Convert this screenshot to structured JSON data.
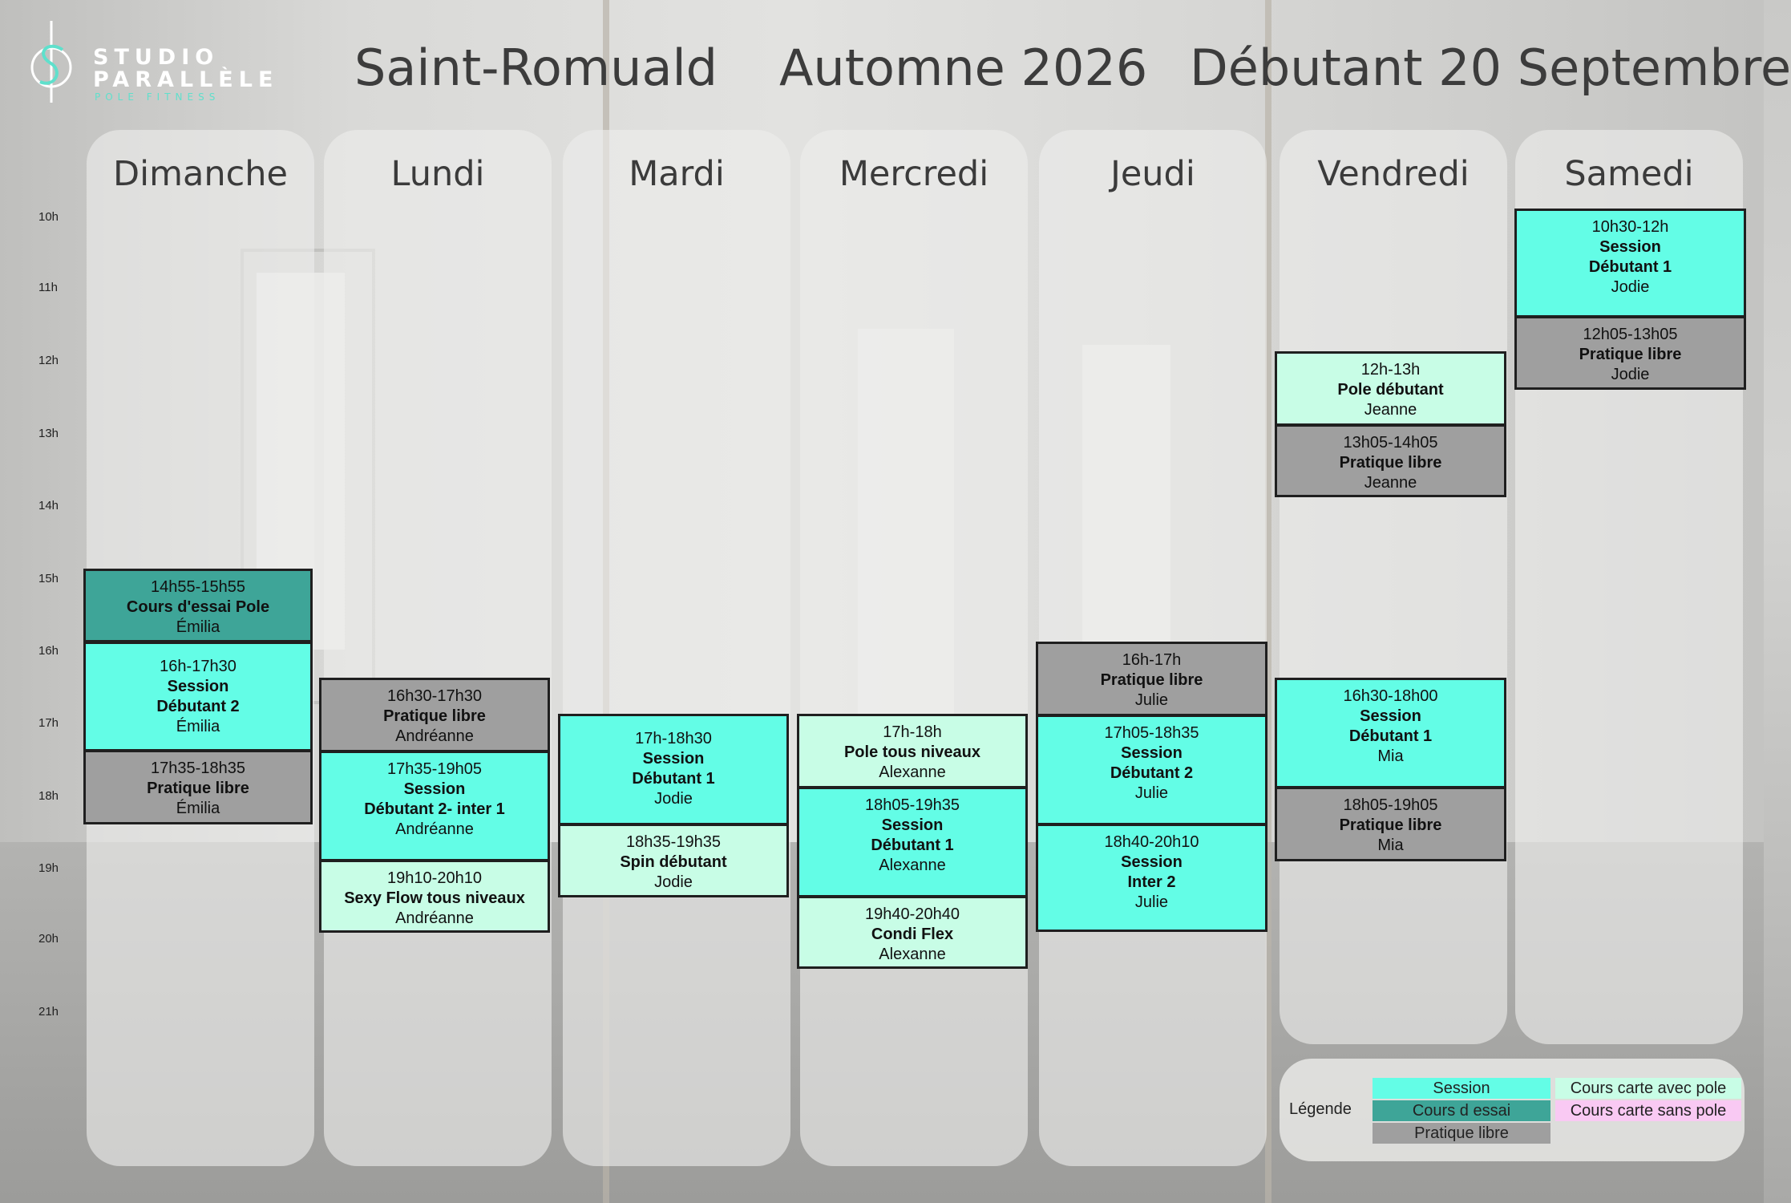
{
  "header": {
    "logo_line1": "STUDIO",
    "logo_line2": "PARALLÈLE",
    "logo_sub": "POLE FITNESS",
    "location": "Saint-Romuald",
    "season": "Automne 2026",
    "level_date": "Débutant 20 Septembre"
  },
  "colors": {
    "session": "#63fde6",
    "cours_essai": "#3ea598",
    "pratique_libre": "#9f9f9f",
    "carte_avec_pole": "#c8fde6",
    "carte_sans_pole": "#f9c9f3"
  },
  "times": [
    "10h",
    "11h",
    "12h",
    "13h",
    "14h",
    "15h",
    "16h",
    "17h",
    "18h",
    "19h",
    "20h",
    "21h"
  ],
  "days": [
    {
      "name": "Dimanche",
      "events": [
        {
          "time": "14h55-15h55",
          "title": "Cours d'essai Pole",
          "instructor": "Émilia",
          "type": "essai"
        },
        {
          "time": "16h-17h30",
          "title": "Session",
          "title2": "Débutant 2",
          "instructor": "Émilia",
          "type": "session"
        },
        {
          "time": "17h35-18h35",
          "title": "Pratique libre",
          "instructor": "Émilia",
          "type": "libre"
        }
      ]
    },
    {
      "name": "Lundi",
      "events": [
        {
          "time": "16h30-17h30",
          "title": "Pratique libre",
          "instructor": "Andréanne",
          "type": "libre"
        },
        {
          "time": "17h35-19h05",
          "title": "Session",
          "title2": "Débutant 2- inter 1",
          "instructor": "Andréanne",
          "type": "session"
        },
        {
          "time": "19h10-20h10",
          "title": "Sexy Flow tous niveaux",
          "instructor": "Andréanne",
          "type": "avec"
        }
      ]
    },
    {
      "name": "Mardi",
      "events": [
        {
          "time": "17h-18h30",
          "title": "Session",
          "title2": "Débutant 1",
          "instructor": "Jodie",
          "type": "session"
        },
        {
          "time": "18h35-19h35",
          "title": "Spin débutant",
          "instructor": "Jodie",
          "type": "avec"
        }
      ]
    },
    {
      "name": "Mercredi",
      "events": [
        {
          "time": "17h-18h",
          "title": "Pole tous niveaux",
          "instructor": "Alexanne",
          "type": "avec"
        },
        {
          "time": "18h05-19h35",
          "title": "Session",
          "title2": "Débutant 1",
          "instructor": "Alexanne",
          "type": "session"
        },
        {
          "time": "19h40-20h40",
          "title": "Condi Flex",
          "instructor": "Alexanne",
          "type": "avec"
        }
      ]
    },
    {
      "name": "Jeudi",
      "events": [
        {
          "time": "16h-17h",
          "title": "Pratique libre",
          "instructor": "Julie",
          "type": "libre"
        },
        {
          "time": "17h05-18h35",
          "title": "Session",
          "title2": "Débutant 2",
          "instructor": "Julie",
          "type": "session"
        },
        {
          "time": "18h40-20h10",
          "title": "Session",
          "title2": "Inter 2",
          "instructor": "Julie",
          "type": "session"
        }
      ]
    },
    {
      "name": "Vendredi",
      "events": [
        {
          "time": "12h-13h",
          "title": "Pole débutant",
          "instructor": "Jeanne",
          "type": "avec"
        },
        {
          "time": "13h05-14h05",
          "title": "Pratique libre",
          "instructor": "Jeanne",
          "type": "libre"
        },
        {
          "time": "16h30-18h00",
          "title": "Session",
          "title2": "Débutant 1",
          "instructor": "Mia",
          "type": "session"
        },
        {
          "time": "18h05-19h05",
          "title": "Pratique libre",
          "instructor": "Mia",
          "type": "libre"
        }
      ]
    },
    {
      "name": "Samedi",
      "events": [
        {
          "time": "10h30-12h",
          "title": "Session",
          "title2": "Débutant 1",
          "instructor": "Jodie",
          "type": "session"
        },
        {
          "time": "12h05-13h05",
          "title": "Pratique libre",
          "instructor": "Jodie",
          "type": "libre"
        }
      ]
    }
  ],
  "legend": {
    "title": "Légende",
    "session": "Session",
    "cours_essai": "Cours d essai",
    "pratique_libre": "Pratique libre",
    "carte_avec_pole": "Cours carte avec pole",
    "carte_sans_pole": "Cours carte sans pole"
  }
}
